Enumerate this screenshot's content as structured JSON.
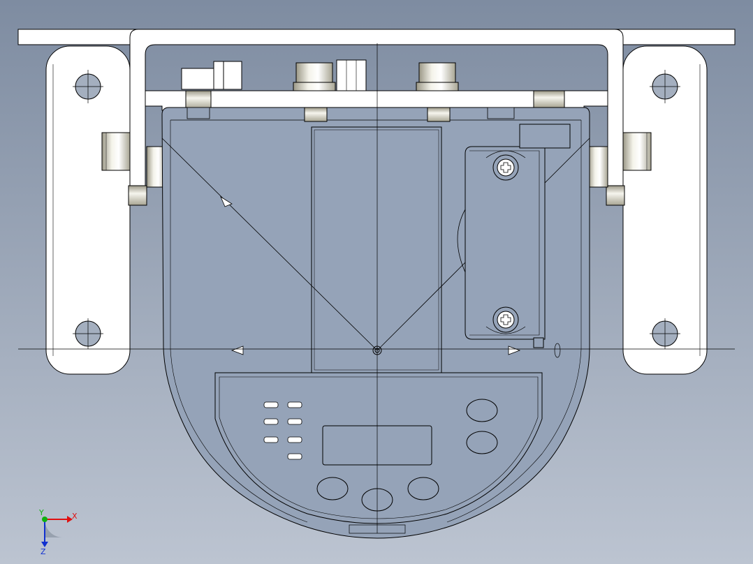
{
  "triad": {
    "x_label": "X",
    "y_label": "Y",
    "z_label": "Z"
  },
  "colors": {
    "background_top": "#7e8ca1",
    "background_bottom": "#bcc4d1",
    "line": "#000000",
    "part_fill": "#ffffff",
    "axis_x": "#e01010",
    "axis_y": "#10b010",
    "axis_z": "#1030d0"
  }
}
